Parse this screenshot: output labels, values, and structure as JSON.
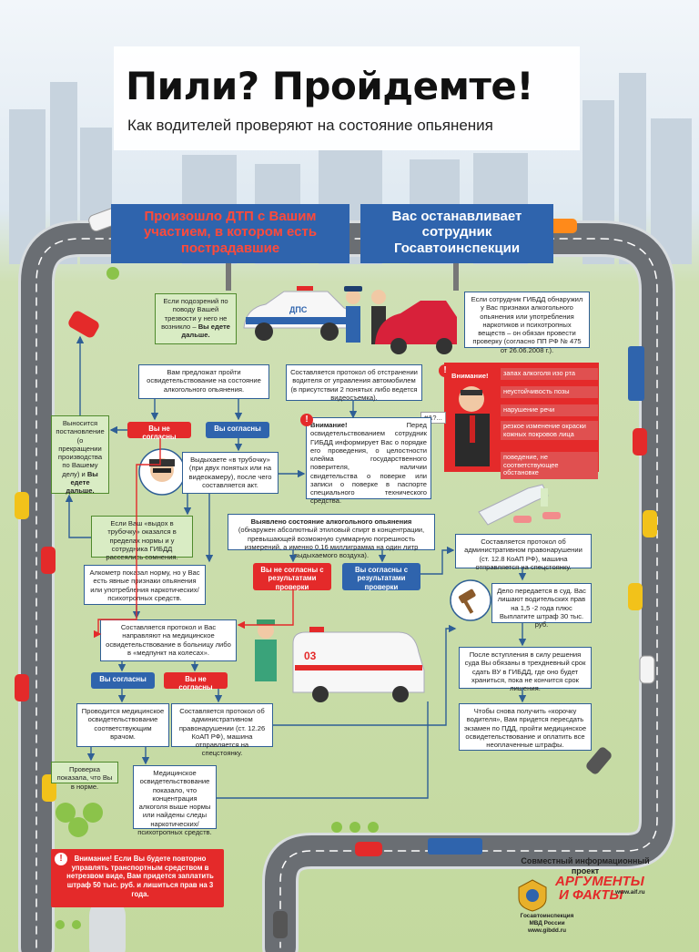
{
  "header": {
    "title": "Пили? Пройдемте!",
    "subtitle": "Как водителей проверяют на состояние опьянения"
  },
  "signs": {
    "accident": "Произошло ДТП с Вашим участием, в котором есть пострадавшие",
    "stopped": "Вас останавливает сотрудник Госавтоинспекции"
  },
  "boxes": {
    "no_suspicion": "Если подозрений по поводу Вашей трезвости у него не возникло –",
    "no_suspicion_bold": "Вы едете дальше.",
    "inspector_finds": "Если сотрудник ГИБДД обнаружил у Вас признаки алкогольного опьянения или употребления наркотиков и психотропных веществ – он обязан провести проверку (согласно ПП РФ № 475 от 26.06.2008 г.).",
    "offer_test": "Вам предложат пройти освидетельствование на состояние алкогольного опьянения.",
    "protocol_removal": "Составляется протокол об отстранении водителя от управления автомобилем (в присутствии 2 понятых либо ведется видеосъемка).",
    "termination": "Выносится постановление (о прекращении производства по Вашему делу) и",
    "termination_bold": "Вы едете дальше.",
    "breath": "Выдыхаете «в трубочку» (при двух понятых или на видеокамеру), после чего составляется акт.",
    "attention_label": "Внимание!",
    "attention_text": "Перед освидетельствованием сотрудник ГИБДД информирует Вас о порядке его проведения, о целостности клейма государственного поверителя, наличии свидетельства о поверке или записи о поверке в паспорте специального технического средства.",
    "doubts": "Если Ваш «выдох в трубочку» оказался в пределах нормы и у сотрудника ГИБДД рассеялись сомнения.",
    "detected_bold": "Выявлено состояние алкогольного опьянения",
    "detected": "(обнаружен абсолютный этиловый спирт в концентрации, превышающей возможную суммарную погрешность измерений, а именно 0,16 миллиграмма на один литр выдыхаемого воздуха).",
    "alcometer_ok": "Алкометр показал норму, но у Вас есть явные признаки опьянения или употребления наркотических/психотропных средств.",
    "protocol_medical": "Составляется протокол и Вас направляют на медицинское освидетельствование в больницу либо в «медпункт на колесах».",
    "admin_protocol": "Составляется протокол об административном правонарушении (ст. 12.8 КоАП РФ), машина отправляется на спецстоянку.",
    "court": "Дело передается в суд. Вас лишают водительских прав на 1,5 -2 года плюс Выплатите штраф 30 тыс. руб.",
    "license": "После вступления в силу решения суда Вы обязаны в трехдневный срок сдать ВУ в ГИБДД, где оно будет храниться, пока не кончится срок лишения.",
    "return_license": "Чтобы снова получить «корочку водителя», Вам придется пересдать экзамен по ПДД, пройти медицинское освидетельствование и оплатить все неоплаченные штрафы.",
    "medical_exam": "Проводится медицинское освидетельствование соответствующим врачом.",
    "admin_protocol2": "Составляется протокол об административном правонарушении (ст. 12.26 КоАП РФ), машина отправляется на спецстоянку.",
    "sober": "Проверка показала, что Вы в норме.",
    "medical_result": "Медицинское освидетельствование показало, что концентрация алкоголя выше нормы или найдены следы наркотических/психотропных средств."
  },
  "pills": {
    "disagree": "Вы не согласны",
    "agree": "Вы согласны",
    "disagree_result": "Вы не согласны с результатами проверки",
    "agree_result": "Вы согласны с результатами проверки",
    "agree2": "Вы согласны",
    "disagree2": "Вы не согласны"
  },
  "symptoms": {
    "label": "Внимание!",
    "items": [
      "запах алкоголя изо рта",
      "неустойчивость позы",
      "нарушение речи",
      "резкое изменение окраски кожных покровов лица",
      "поведение, не соответствующее обстановке"
    ]
  },
  "speech": "#&?...",
  "footer_warning": "Внимание! Если Вы будете повторно управлять транспортным средством в нетрезвом виде, Вам придется заплатить штраф 50 тыс. руб. и лишиться прав на 3 года.",
  "partners": {
    "project": "Совместный информационный проект",
    "logo_line1": "АРГУМЕНТЫ",
    "logo_line2": "И ФАКТЫ",
    "aif_url": "www.aif.ru",
    "gibdd_line1": "Госавтоинспекция",
    "gibdd_line2": "МВД России",
    "gibdd_url": "www.gibdd.ru"
  },
  "vehicle": {
    "police_label": "ДПС",
    "ambulance_number": "03"
  },
  "colors": {
    "road": "#6a6e73",
    "sign_blue": "#2f64ad",
    "flow_blue": "#2f5f95",
    "alert_red": "#e42a2a",
    "grass": "#c3d99e"
  }
}
